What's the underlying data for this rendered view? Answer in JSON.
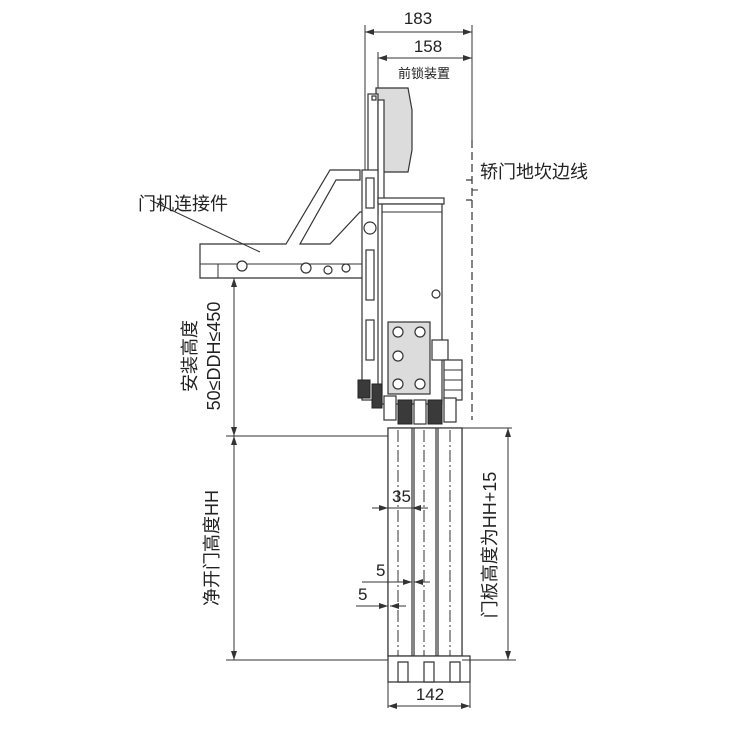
{
  "dimensions": {
    "width_top": "183",
    "width_second": "158",
    "width_bottom": "142",
    "gap_35": "35",
    "gap_5a": "5",
    "gap_5b": "5"
  },
  "labels": {
    "pre_lock_device": "前锁装置",
    "door_connector": "门机连接件",
    "sill_edge_line": "轿门地坎边线",
    "install_height": "安装高度",
    "ddh_range": "50≤DDH≤450",
    "clear_door_height": "净开门高度HH",
    "panel_height": "门板高度为HH+15"
  }
}
